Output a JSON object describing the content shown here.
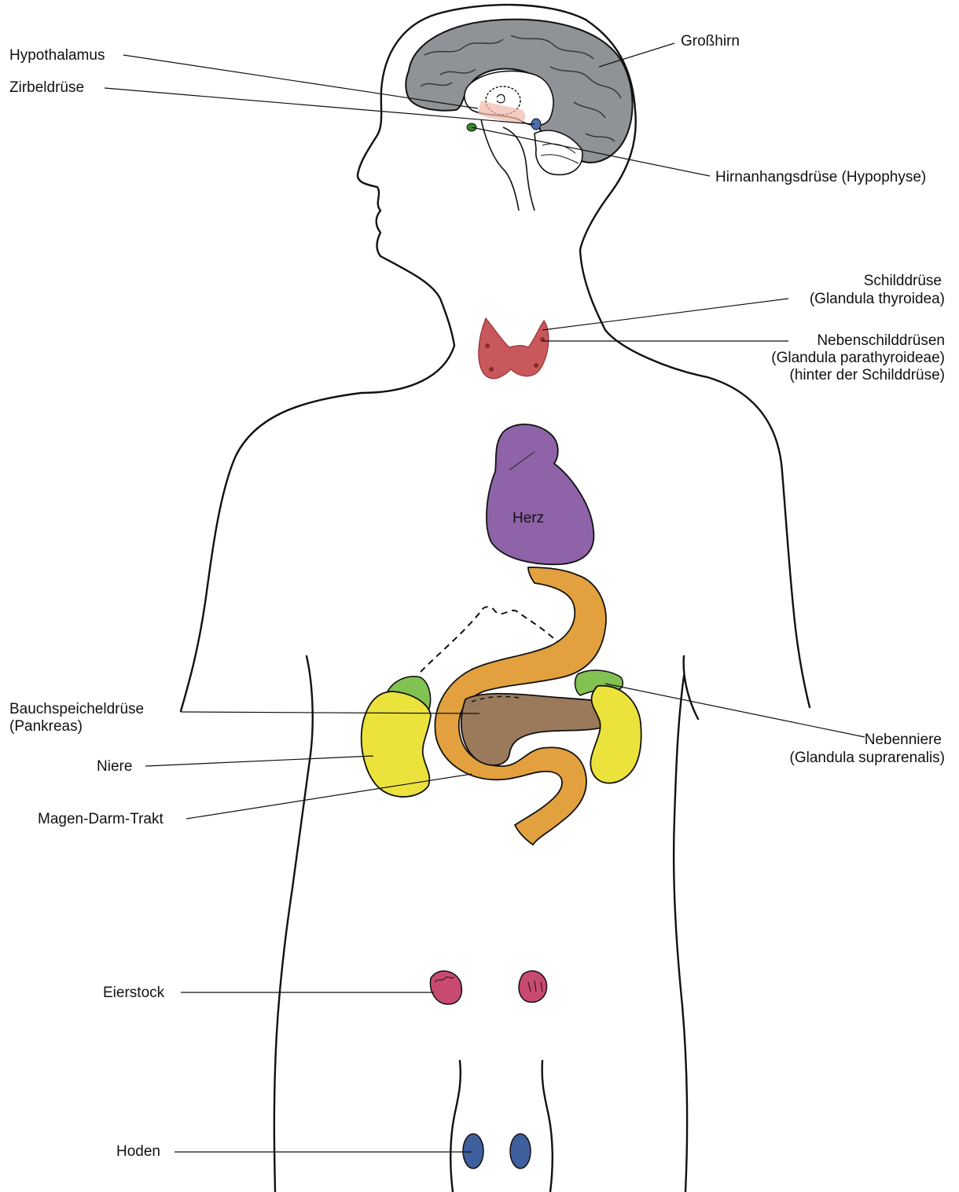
{
  "labels": {
    "grosshirn": "Großhirn",
    "hypothalamus": "Hypothalamus",
    "zirbeldruese": "Zirbeldrüse",
    "hypophyse": "Hirnanhangsdrüse (Hypophyse)",
    "schilddruese_1": "Schilddrüse",
    "schilddruese_2": "(Glandula thyroidea)",
    "nebenschild_1": "Nebenschilddrüsen",
    "nebenschild_2": "(Glandula parathyroideae)",
    "nebenschild_3": "(hinter der Schilddrüse)",
    "herz": "Herz",
    "pankreas_1": "Bauchspeicheldrüse",
    "pankreas_2": "(Pankreas)",
    "niere": "Niere",
    "magen_darm": "Magen-Darm-Trakt",
    "nebenniere_1": "Nebenniere",
    "nebenniere_2": "(Glandula suprarenalis)",
    "eierstock": "Eierstock",
    "hoden": "Hoden"
  },
  "colors": {
    "brain": "#8f9296",
    "thyroid": "#c9585c",
    "heart": "#8e63a8",
    "gut": "#e2a13e",
    "pancreas": "#9a7a5a",
    "kidney": "#ebe33c",
    "adrenal": "#82c252",
    "ovary": "#c94a70",
    "testis": "#3f5f9e",
    "pineal": "#3a8a2a",
    "pituitary": "#4a6fb0",
    "hypothalamus": "#f2b8a8"
  }
}
